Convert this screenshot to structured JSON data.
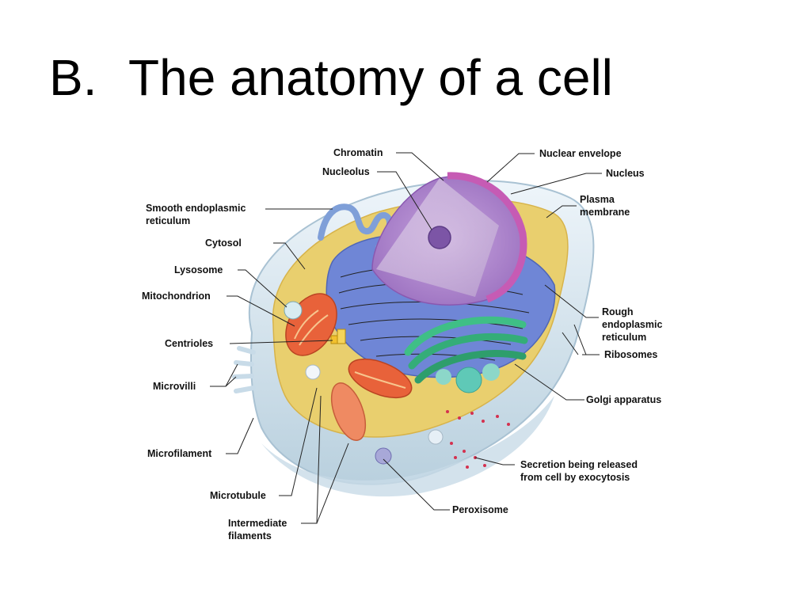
{
  "slide": {
    "title_number": "B.",
    "title_text": "The anatomy of a cell"
  },
  "labels": {
    "chromatin": "Chromatin",
    "nucleolus": "Nucleolus",
    "nuclear_envelope": "Nuclear envelope",
    "nucleus": "Nucleus",
    "smooth_er_1": "Smooth endoplasmic",
    "smooth_er_2": "reticulum",
    "plasma_membrane_1": "Plasma",
    "plasma_membrane_2": "membrane",
    "cytosol": "Cytosol",
    "lysosome": "Lysosome",
    "mitochondrion": "Mitochondrion",
    "rough_er_1": "Rough",
    "rough_er_2": "endoplasmic",
    "rough_er_3": "reticulum",
    "centrioles": "Centrioles",
    "ribosomes": "Ribosomes",
    "microvilli": "Microvilli",
    "golgi": "Golgi apparatus",
    "microfilament": "Microfilament",
    "secretion_1": "Secretion being released",
    "secretion_2": "from cell by exocytosis",
    "microtubule": "Microtubule",
    "peroxisome": "Peroxisome",
    "intermediate_1": "Intermediate",
    "intermediate_2": "filaments"
  },
  "colors": {
    "cytosol": "#e9cf6e",
    "rough_er": "#6f86d6",
    "nucleus": "#b890cc",
    "nuclear_envelope": "#c65bb4",
    "mitochondrion": "#e8623a",
    "golgi": "#3fbf86",
    "membrane": "#d6e6f0",
    "secretion": "#d4314f"
  }
}
